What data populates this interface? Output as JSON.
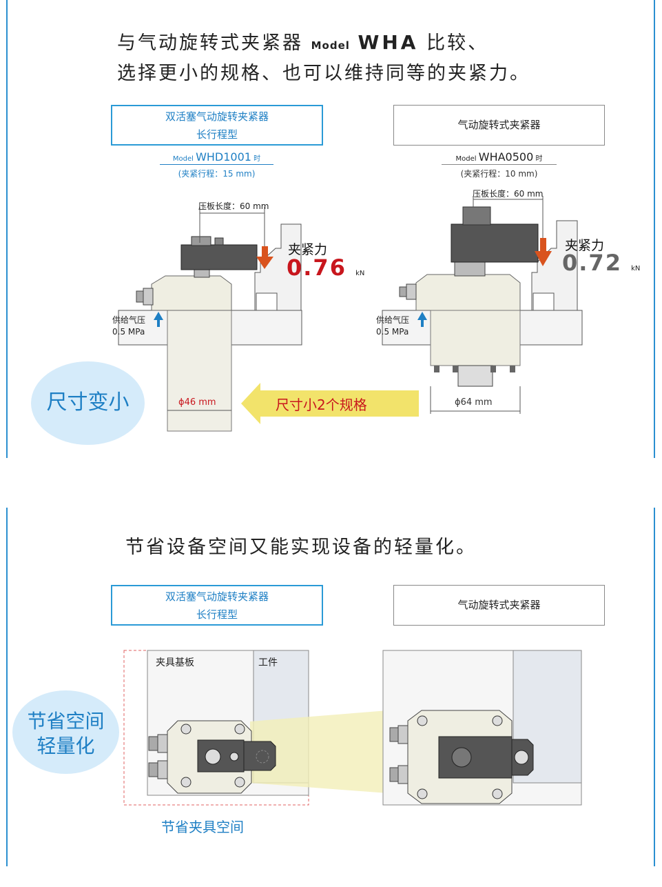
{
  "section1": {
    "headline_line1_a": "与气动旋转式夹紧器",
    "headline_model_prefix": "Model",
    "headline_model_name": "WHA",
    "headline_line1_b": "比较、",
    "headline_line2": "选择更小的规格、也可以维持同等的夹紧力。",
    "left_box": {
      "line1": "双活塞气动旋转夹紧器",
      "line2": "长行程型"
    },
    "right_box": {
      "label": "气动旋转式夹紧器"
    },
    "left_model": {
      "prefix": "Model",
      "name": "WHD1001",
      "suffix": "时",
      "stroke": "(夹紧行程：15 mm)"
    },
    "right_model": {
      "prefix": "Model",
      "name": "WHA0500",
      "suffix": "时",
      "stroke": "(夹紧行程：10 mm)"
    },
    "left_arm_length": "压板长度：60 mm",
    "right_arm_length": "压板长度：60 mm",
    "left_force": {
      "label": "夹紧力",
      "value": "0.76",
      "unit": "kN"
    },
    "right_force": {
      "label": "夹紧力",
      "value": "0.72",
      "unit": "kN"
    },
    "left_supply": {
      "line1": "供给气压",
      "line2": "0.5 MPa"
    },
    "right_supply": {
      "line1": "供给气压",
      "line2": "0.5 MPa"
    },
    "left_diameter": "ϕ46 mm",
    "right_diameter": "ϕ64 mm",
    "size_bubble": "尺寸变小",
    "size_arrow": "尺寸小2个规格",
    "colors": {
      "accent_blue": "#2a9ad6",
      "force_red": "#c8161d",
      "force_gray": "#666666",
      "arrow_yellow": "#f2e36b"
    }
  },
  "section2": {
    "headline": "节省设备空间又能实现设备的轻量化。",
    "left_box": {
      "line1": "双活塞气动旋转夹紧器",
      "line2": "长行程型"
    },
    "right_box": {
      "label": "气动旋转式夹紧器"
    },
    "fixture_plate": "夹具基板",
    "workpiece": "工件",
    "bubble_line1": "节省空间",
    "bubble_line2": "轻量化",
    "saved_space": "节省夹具空间"
  }
}
